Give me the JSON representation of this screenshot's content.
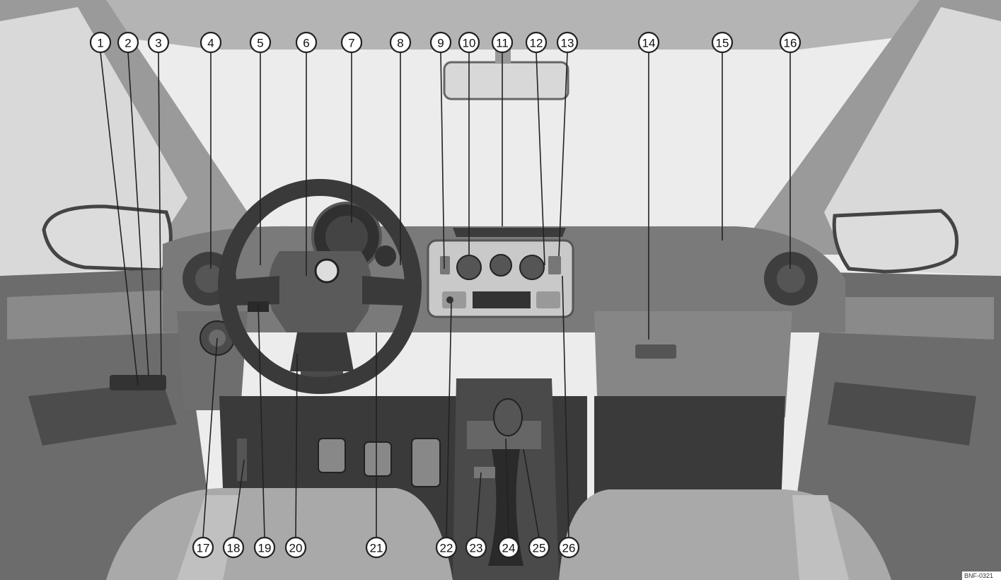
{
  "figure_code": "BNF-0321",
  "callouts": [
    {
      "label": "1"
    },
    {
      "label": "2"
    },
    {
      "label": "3"
    },
    {
      "label": "4"
    },
    {
      "label": "5"
    },
    {
      "label": "6"
    },
    {
      "label": "7"
    },
    {
      "label": "8"
    },
    {
      "label": "9"
    },
    {
      "label": "10"
    },
    {
      "label": "11"
    },
    {
      "label": "12"
    },
    {
      "label": "13"
    },
    {
      "label": "14"
    },
    {
      "label": "15"
    },
    {
      "label": "16"
    },
    {
      "label": "17"
    },
    {
      "label": "18"
    },
    {
      "label": "19"
    },
    {
      "label": "20"
    },
    {
      "label": "21"
    },
    {
      "label": "22"
    },
    {
      "label": "23"
    },
    {
      "label": "24"
    },
    {
      "label": "25"
    },
    {
      "label": "26"
    }
  ],
  "colors": {
    "windshield": "#ececec",
    "roof": "#b4b4b4",
    "pillar": "#8e8e8e",
    "dashboard": "#7a7a7a",
    "dash_dark": "#5a5a5a",
    "floor": "#3a3a3a",
    "seat": "#a9a9a9",
    "door": "#6c6c6c"
  }
}
